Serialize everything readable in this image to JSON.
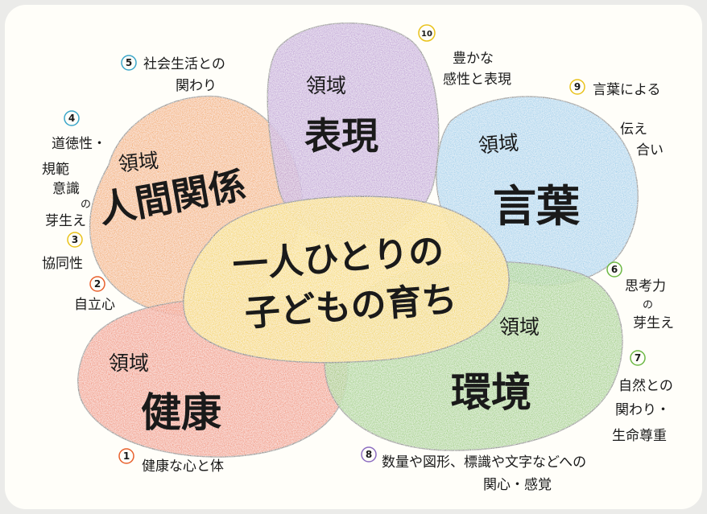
{
  "center": {
    "line1": "一人ひとりの",
    "line2": "子どもの育ち"
  },
  "domain_word": "領域",
  "domains": {
    "human_relations": {
      "label": "人間関係",
      "color": "#f29c3c"
    },
    "expression": {
      "label": "表現",
      "color": "#b58fd0"
    },
    "language": {
      "label": "言葉",
      "color": "#8fc9ea"
    },
    "health": {
      "label": "健康",
      "color": "#ef7a55"
    },
    "environment": {
      "label": "環境",
      "color": "#8cc864"
    }
  },
  "center_color": "#f6d64a",
  "annotations": [
    {
      "num": "1",
      "lines": [
        "健康な心と体"
      ],
      "circle_color": "#e8602c"
    },
    {
      "num": "2",
      "lines": [
        "自立心"
      ],
      "circle_color": "#e8602c"
    },
    {
      "num": "3",
      "lines": [
        "協同性"
      ],
      "circle_color": "#e9c21a"
    },
    {
      "num": "4",
      "lines": [
        "道徳性・",
        "規範",
        "意識",
        "の",
        "芽生え"
      ],
      "circle_color": "#3aa6c9"
    },
    {
      "num": "5",
      "lines": [
        "社会生活との",
        "関わり"
      ],
      "circle_color": "#3aa6c9"
    },
    {
      "num": "10",
      "lines": [
        "豊かな",
        "感性と表現"
      ],
      "circle_color": "#e9c21a"
    },
    {
      "num": "9",
      "lines": [
        "言葉による",
        "伝え",
        "合い"
      ],
      "circle_color": "#e9c21a"
    },
    {
      "num": "6",
      "lines": [
        "思考力",
        "の",
        "芽生え"
      ],
      "circle_color": "#6cb844"
    },
    {
      "num": "7",
      "lines": [
        "自然との",
        "関わり・",
        "生命尊重"
      ],
      "circle_color": "#6cb844"
    },
    {
      "num": "8",
      "lines": [
        "数量や図形、標識や文字などへの",
        "関心・感覚"
      ],
      "circle_color": "#8c6cc0"
    }
  ]
}
